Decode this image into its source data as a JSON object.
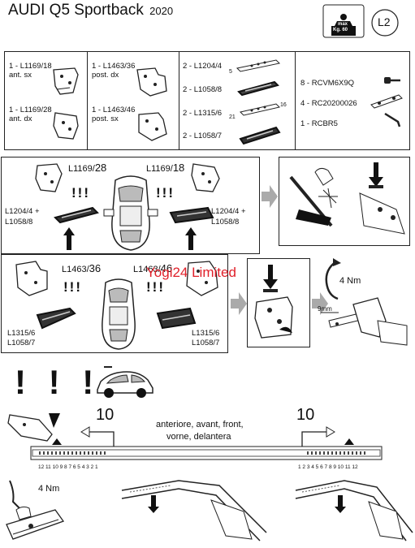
{
  "header": {
    "title": "AUDI Q5 Sportback",
    "year": "2020",
    "weight_label": "max",
    "weight_value": "Kg. 60",
    "code": "L2"
  },
  "parts": {
    "col1": [
      {
        "code": "1 - L1169/18",
        "side": "ant. sx"
      },
      {
        "code": "1 - L1169/28",
        "side": "ant. dx"
      }
    ],
    "col2": [
      {
        "code": "1 - L1463/36",
        "side": "post. dx"
      },
      {
        "code": "1 - L1463/46",
        "side": "post. sx"
      }
    ],
    "col3": [
      "2 - L1204/4",
      "2 - L1058/8",
      "2 - L1315/6",
      "2 - L1058/7"
    ],
    "col3_numbers": [
      "5",
      "16",
      "21"
    ],
    "col4": [
      "8 - RCVM6X9Q",
      "4 - RC20200026",
      "1 - RCBR5"
    ]
  },
  "front": {
    "left_bracket": "L1169/",
    "left_num": "28",
    "right_bracket": "L1169/",
    "right_num": "18",
    "bang": "!!!",
    "left_pad_a": "L1204/4 +",
    "left_pad_b": "L1058/8",
    "right_pad_a": "L1204/4 +",
    "right_pad_b": "L1058/8"
  },
  "rear": {
    "left_bracket": "L1463/",
    "left_num": "36",
    "right_bracket": "L1463/",
    "right_num": "46",
    "bang": "!!!",
    "left_pad_a": "L1315/6",
    "left_pad_b": "L1058/7",
    "right_pad_a": "L1315/6",
    "right_pad_b": "L1058/7"
  },
  "watermark": "Yogi24 Limited",
  "torque_1": "4 Nm",
  "dimension": "9mm",
  "warning": "! ! !",
  "position_left": "10",
  "position_right": "10",
  "front_words_1": "anteriore, avant, front,",
  "front_words_2": "vorne, delantera",
  "scale_left": "12 11 10 9 8 7 6 5 4 3 2 1",
  "scale_right": "1 2 3 4 5 6 7 8 9 10 11 12",
  "torque_2": "4 Nm"
}
